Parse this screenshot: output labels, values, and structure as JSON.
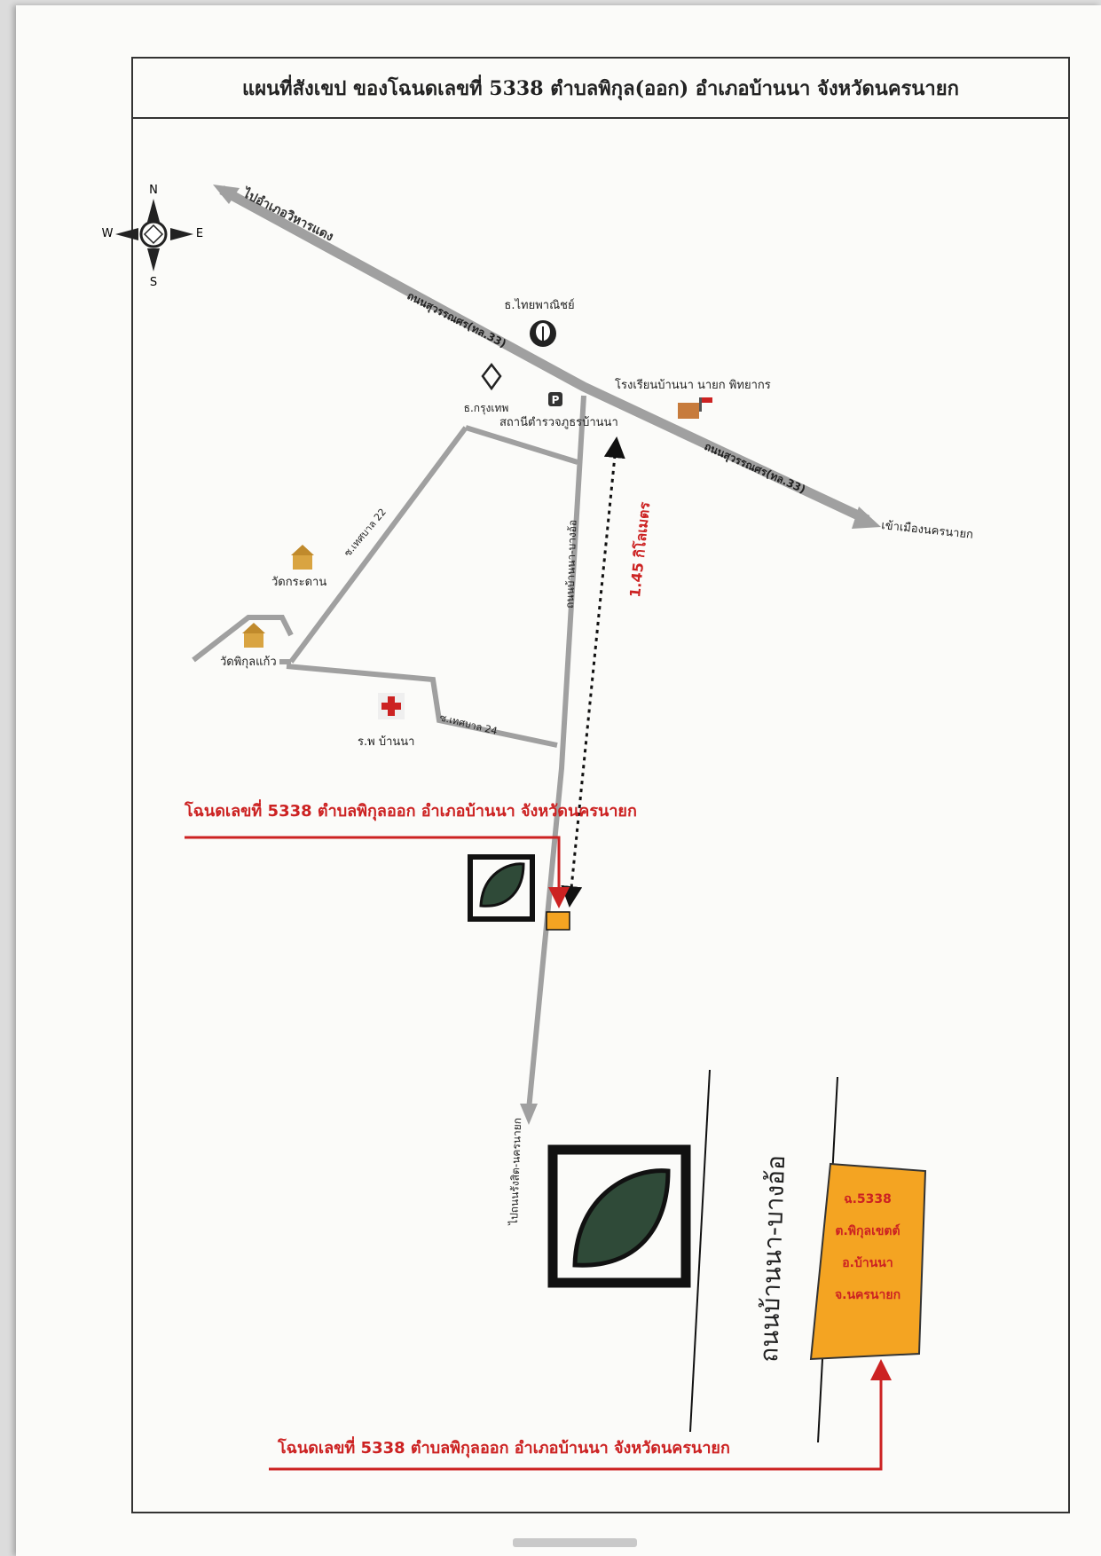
{
  "title": "แผนที่สังเขป ของโฉนดเลขที่ 5338 ตำบลพิกุล(ออก) อำเภอบ้านนา จังหวัดนครนายก",
  "compass": {
    "n": "N",
    "s": "S",
    "e": "E",
    "w": "W"
  },
  "roads": {
    "to_wihan_daeng": "ไปอำเภอวิหารแดง",
    "suwannasorn_1": "ถนนสุวรรณศร(ทล.33)",
    "suwannasorn_2": "ถนนสุวรรณศร(ทล.33)",
    "to_nakhon_nayok": "เข้าเมืองนครนายก",
    "thesaban_22": "ซ.เทศบาล 22",
    "thesaban_24": "ซ.เทศบาล 24",
    "ban_na_bang_o": "ถนนบ้านนา-บางอ้อ",
    "to_ongkharak": "ไปถนนรังสิต-นครนายก",
    "ban_na_bang_o_large": "ถนนบ้านนา-บางอ้อ"
  },
  "places": {
    "thai_panich": "ธ.ไทยพาณิชย์",
    "krungthep": "ธ.กรุงเทพ",
    "police": "สถานีตำรวจภูธรบ้านนา",
    "school": "โรงเรียนบ้านนา นายก พิทยากร",
    "wat_kradan": "วัดกระดาน",
    "wat_pikul_kaew": "วัดพิกุลแก้ว",
    "hospital": "ร.พ บ้านนา"
  },
  "distance": "1.45 กิโลเมตร",
  "deed_label_top": "โฉนดเลขที่ 5338 ตำบลพิกุลออก อำเภอบ้านนา จังหวัดนครนายก",
  "deed_label_bottom": "โฉนดเลขที่ 5338 ตำบลพิกุลออก อำเภอบ้านนา จังหวัดนครนายก",
  "parcel": {
    "line1": "ฉ.5338",
    "line2": "ต.พิกุลเขตต์",
    "line3": "อ.บ้านนา",
    "line4": "จ.นครนายก"
  },
  "colors": {
    "road": "#a0a0a0",
    "highlight": "#cc2222",
    "parcel": "#f4a422",
    "leaf": "#2f4a38"
  }
}
